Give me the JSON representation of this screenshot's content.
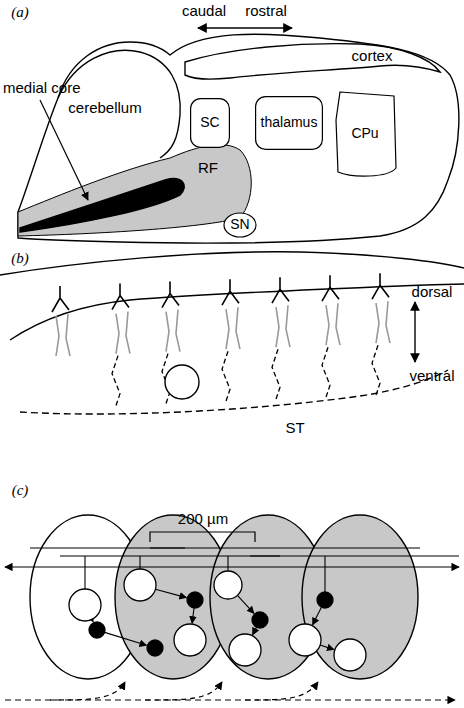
{
  "diagram": {
    "nodes": [
      {
        "text": [
          "SC"
        ]
      },
      {
        "text": [
          "thalamus"
        ]
      },
      {
        "text": [
          "CPu"
        ]
      },
      {
        "text": [
          "SN"
        ]
      }
    ],
    "labels": [
      "(a)",
      "caudal",
      "rostral",
      "cortex",
      "cerebellum",
      "medial core",
      "RF",
      "(b)",
      "dorsal",
      "ventral",
      "ST",
      "(c)",
      "200 µm"
    ]
  }
}
